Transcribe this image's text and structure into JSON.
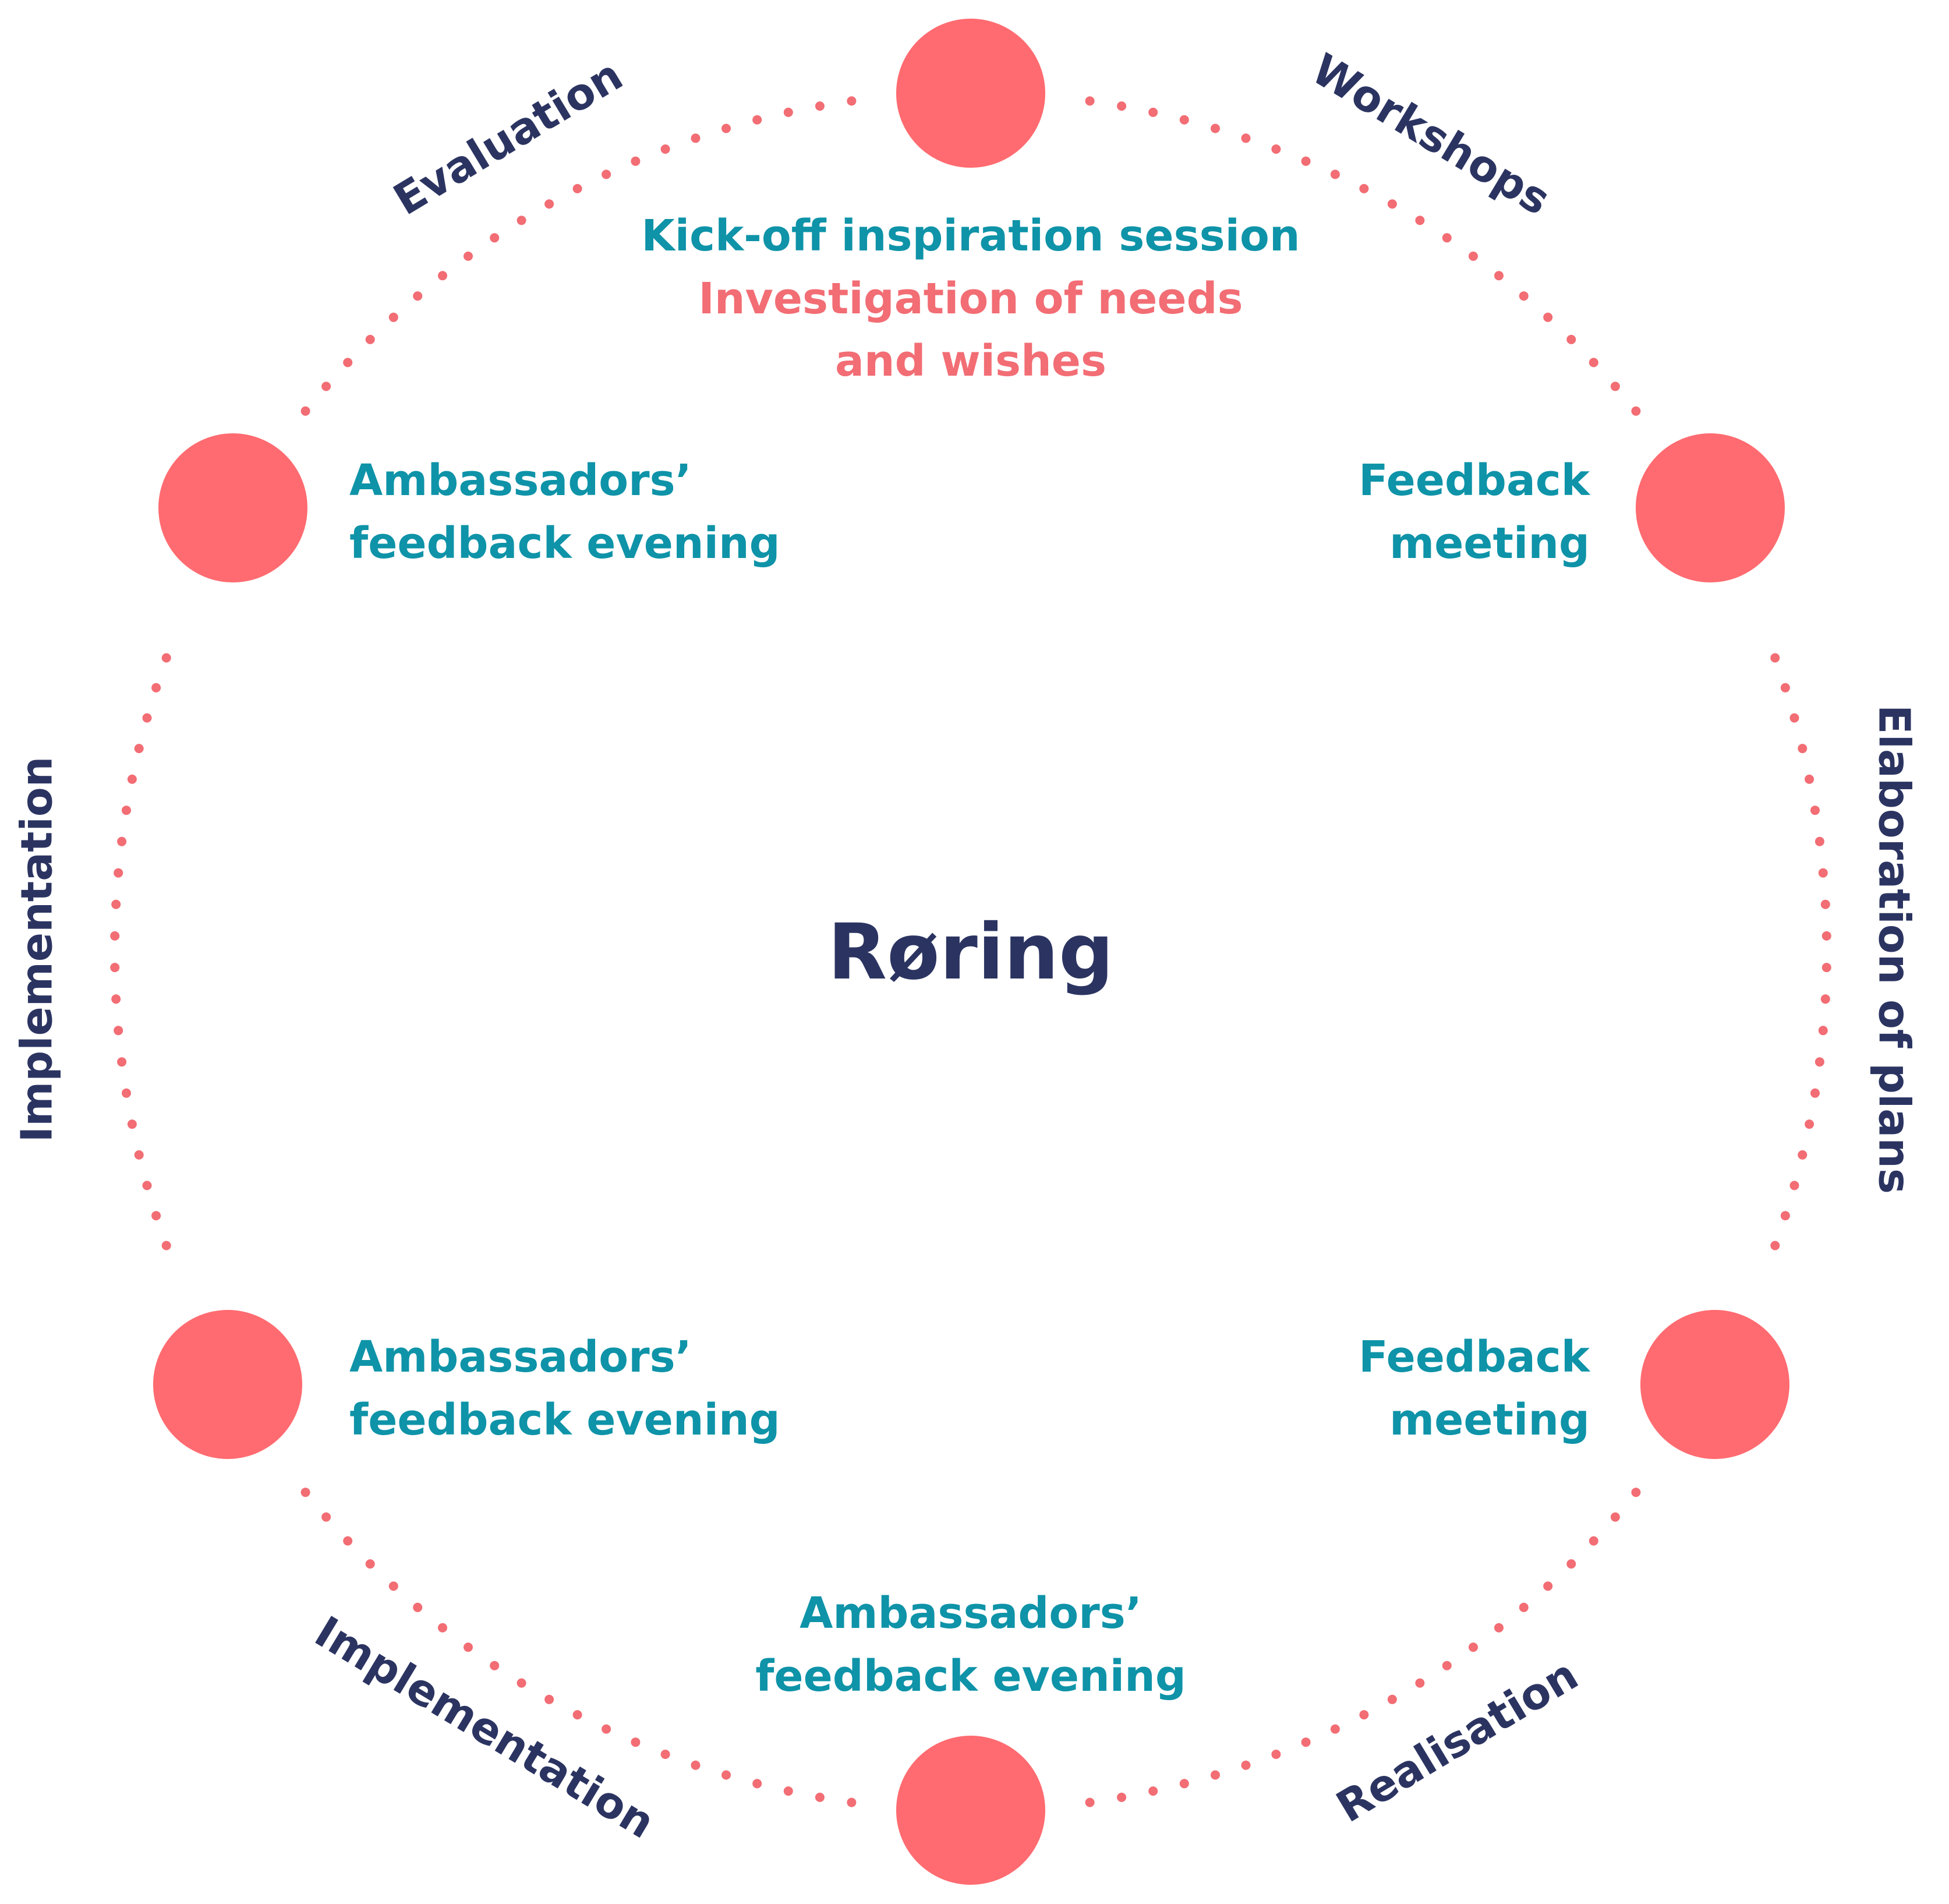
{
  "colors": {
    "node": "#ff6b70",
    "dots": "#f26d74",
    "node_text": "#0e93a8",
    "highlight_text": "#f26d74",
    "phase_text": "#2b3461",
    "center_text": "#2b3461"
  },
  "center": {
    "title": "Røring"
  },
  "nodes": {
    "top": {
      "line1": "Kick-off inspiration session",
      "line2": "Investigation of needs",
      "line3": "and wishes"
    },
    "top_right": {
      "line1": "Feedback",
      "line2": "meeting"
    },
    "bottom_right": {
      "line1": "Feedback",
      "line2": "meeting"
    },
    "bottom": {
      "line1": "Ambassadors’",
      "line2": "feedback evening"
    },
    "bottom_left": {
      "line1": "Ambassadors’",
      "line2": "feedback evening"
    },
    "top_left": {
      "line1": "Ambassadors’",
      "line2": "feedback evening"
    }
  },
  "phases": {
    "workshops": "Workshops",
    "elaboration": "Elaboration of plans",
    "realisation": "Realisation",
    "implementation_bottom": "Implementation",
    "implementation_left": "Implementation",
    "evaluation": "Evaluation"
  }
}
